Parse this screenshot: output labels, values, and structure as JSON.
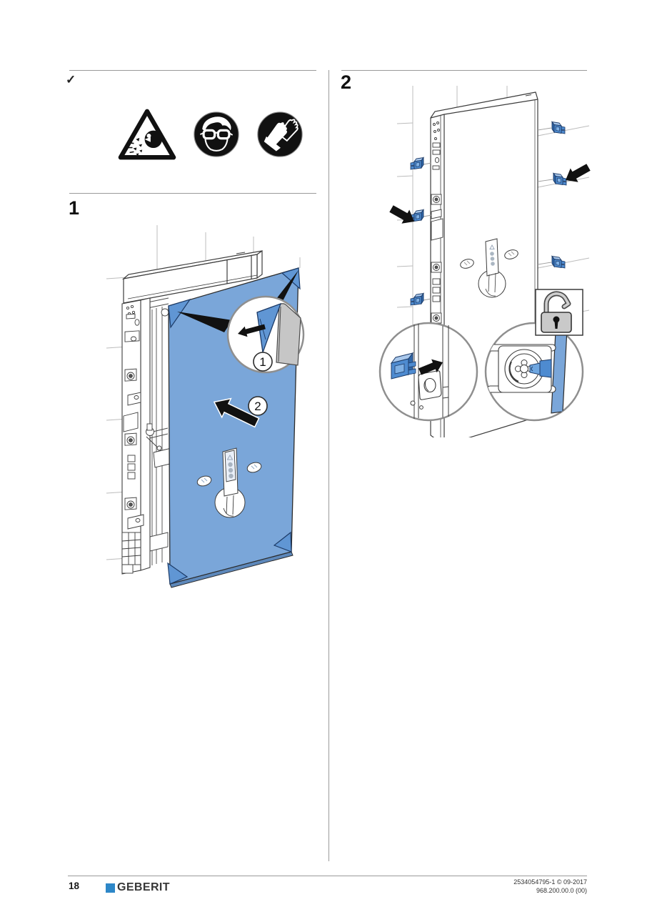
{
  "page": {
    "number": "18",
    "brand": "GEBERIT",
    "doc_ref_line1": "2534054795-1 © 09-2017",
    "doc_ref_line2": "968.200.00.0 (00)"
  },
  "prerequisite": {
    "checkmark": "✓",
    "icons": [
      {
        "name": "flying-debris-warning-icon",
        "meaning": "warning: flying fragments"
      },
      {
        "name": "eye-protection-icon",
        "meaning": "wear eye protection"
      },
      {
        "name": "protective-gloves-icon",
        "meaning": "wear protective gloves"
      }
    ]
  },
  "steps": [
    {
      "label": "1",
      "callouts": [
        "1",
        "2"
      ]
    },
    {
      "label": "2",
      "callouts": []
    }
  ],
  "colors": {
    "panel_blue": "#7aa6d9",
    "protector_blue": "#6096d4",
    "clip_blue": "#4e8bd0",
    "geberit_blue": "#2d87c8",
    "drawing_line": "#3c3c3c",
    "construction_line": "#b8b8b8"
  }
}
